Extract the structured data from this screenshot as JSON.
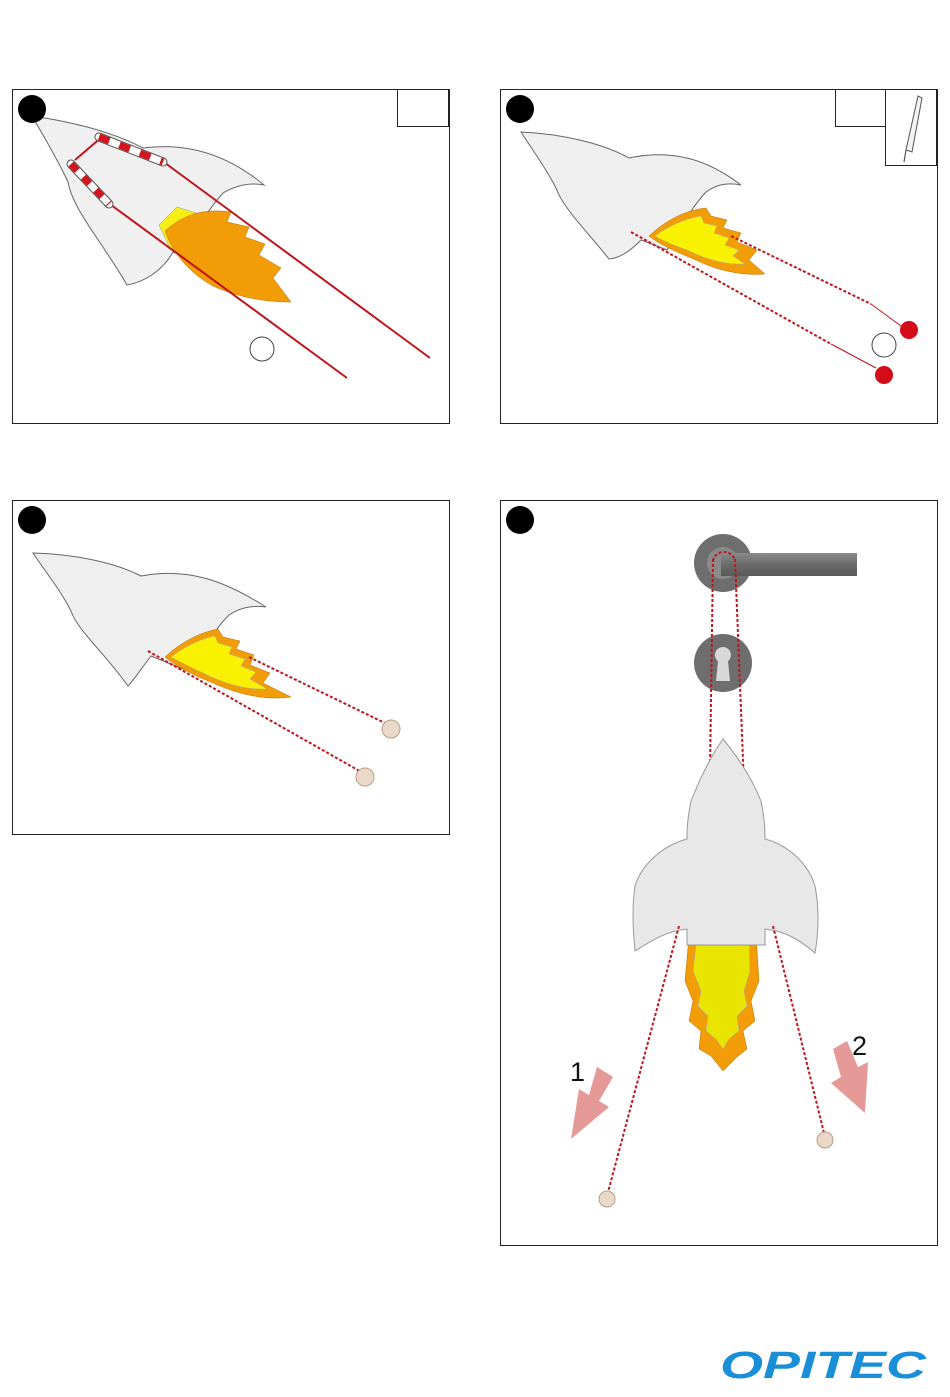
{
  "steps": [
    {
      "id": 1
    },
    {
      "id": 2
    },
    {
      "id": 3
    },
    {
      "id": 4
    }
  ],
  "arrows": [
    {
      "label": "1"
    },
    {
      "label": "2"
    }
  ],
  "brand": {
    "name": "OPITEC",
    "color": "#1a8fd8"
  },
  "colors": {
    "string": "#c0141c",
    "flame_outer": "#f29c07",
    "flame_inner": "#f8f200",
    "rocket_body": "#efefef",
    "bead_red": "#d40c18",
    "bead_wood": "#ead9c8",
    "arrow": "#e59a98",
    "handle": "#707070"
  }
}
